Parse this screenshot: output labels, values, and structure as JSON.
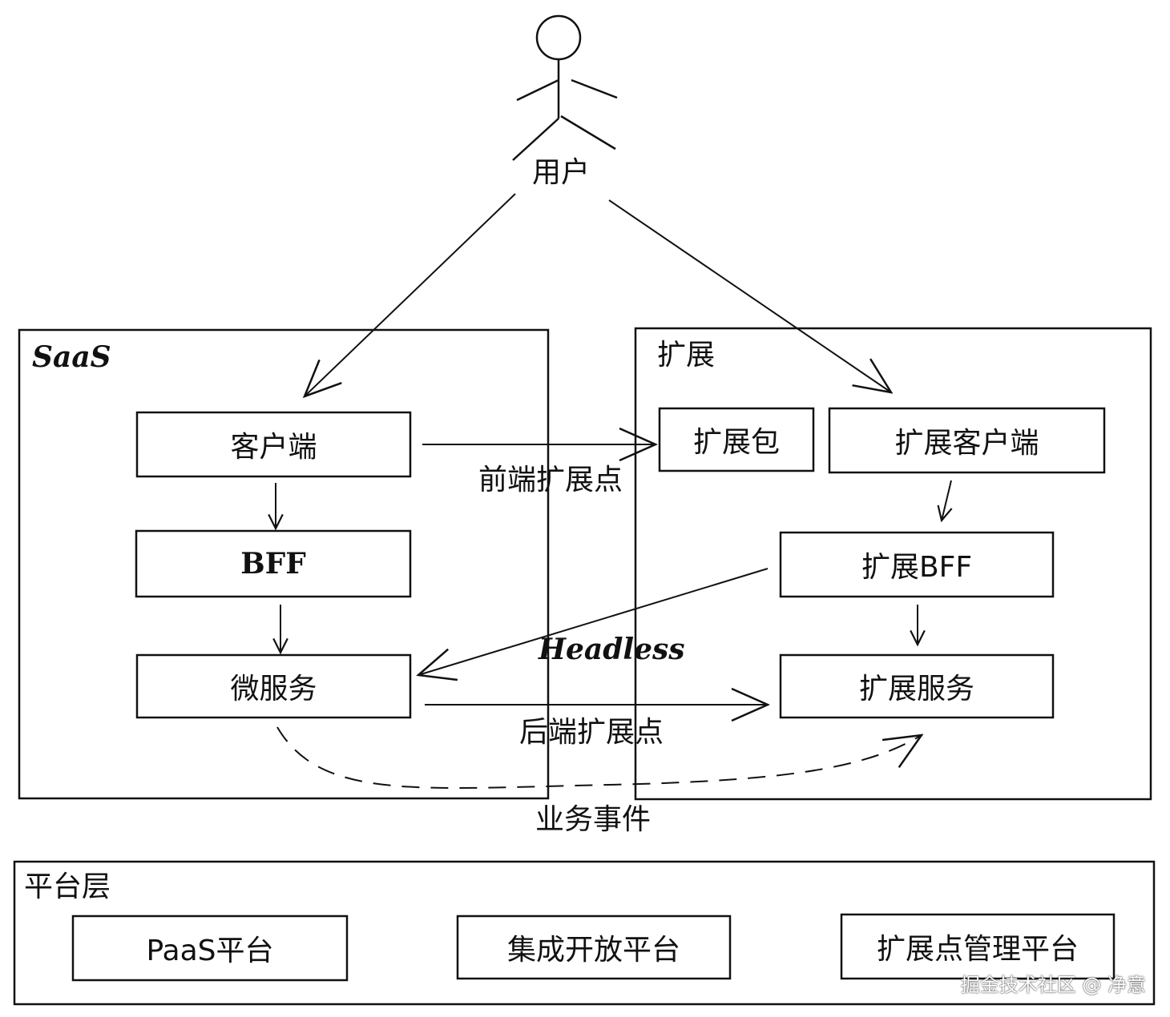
{
  "actor": {
    "label": "用户"
  },
  "containers": {
    "saas": {
      "title": "SaaS"
    },
    "extension": {
      "title": "扩展"
    },
    "platform": {
      "title": "平台层"
    }
  },
  "nodes": {
    "client": "客户端",
    "bff": "BFF",
    "microservice": "微服务",
    "ext_package": "扩展包",
    "ext_client": "扩展客户端",
    "ext_bff": "扩展BFF",
    "ext_service": "扩展服务",
    "paas": "PaaS平台",
    "integration": "集成开放平台",
    "ext_point_mgmt": "扩展点管理平台"
  },
  "edge_labels": {
    "frontend_ext_point": "前端扩展点",
    "headless": "Headless",
    "backend_ext_point": "后端扩展点",
    "business_event": "业务事件"
  },
  "watermark": "掘金技术社区 @ 净意",
  "colors": {
    "ink": "#111111",
    "background": "#ffffff"
  }
}
